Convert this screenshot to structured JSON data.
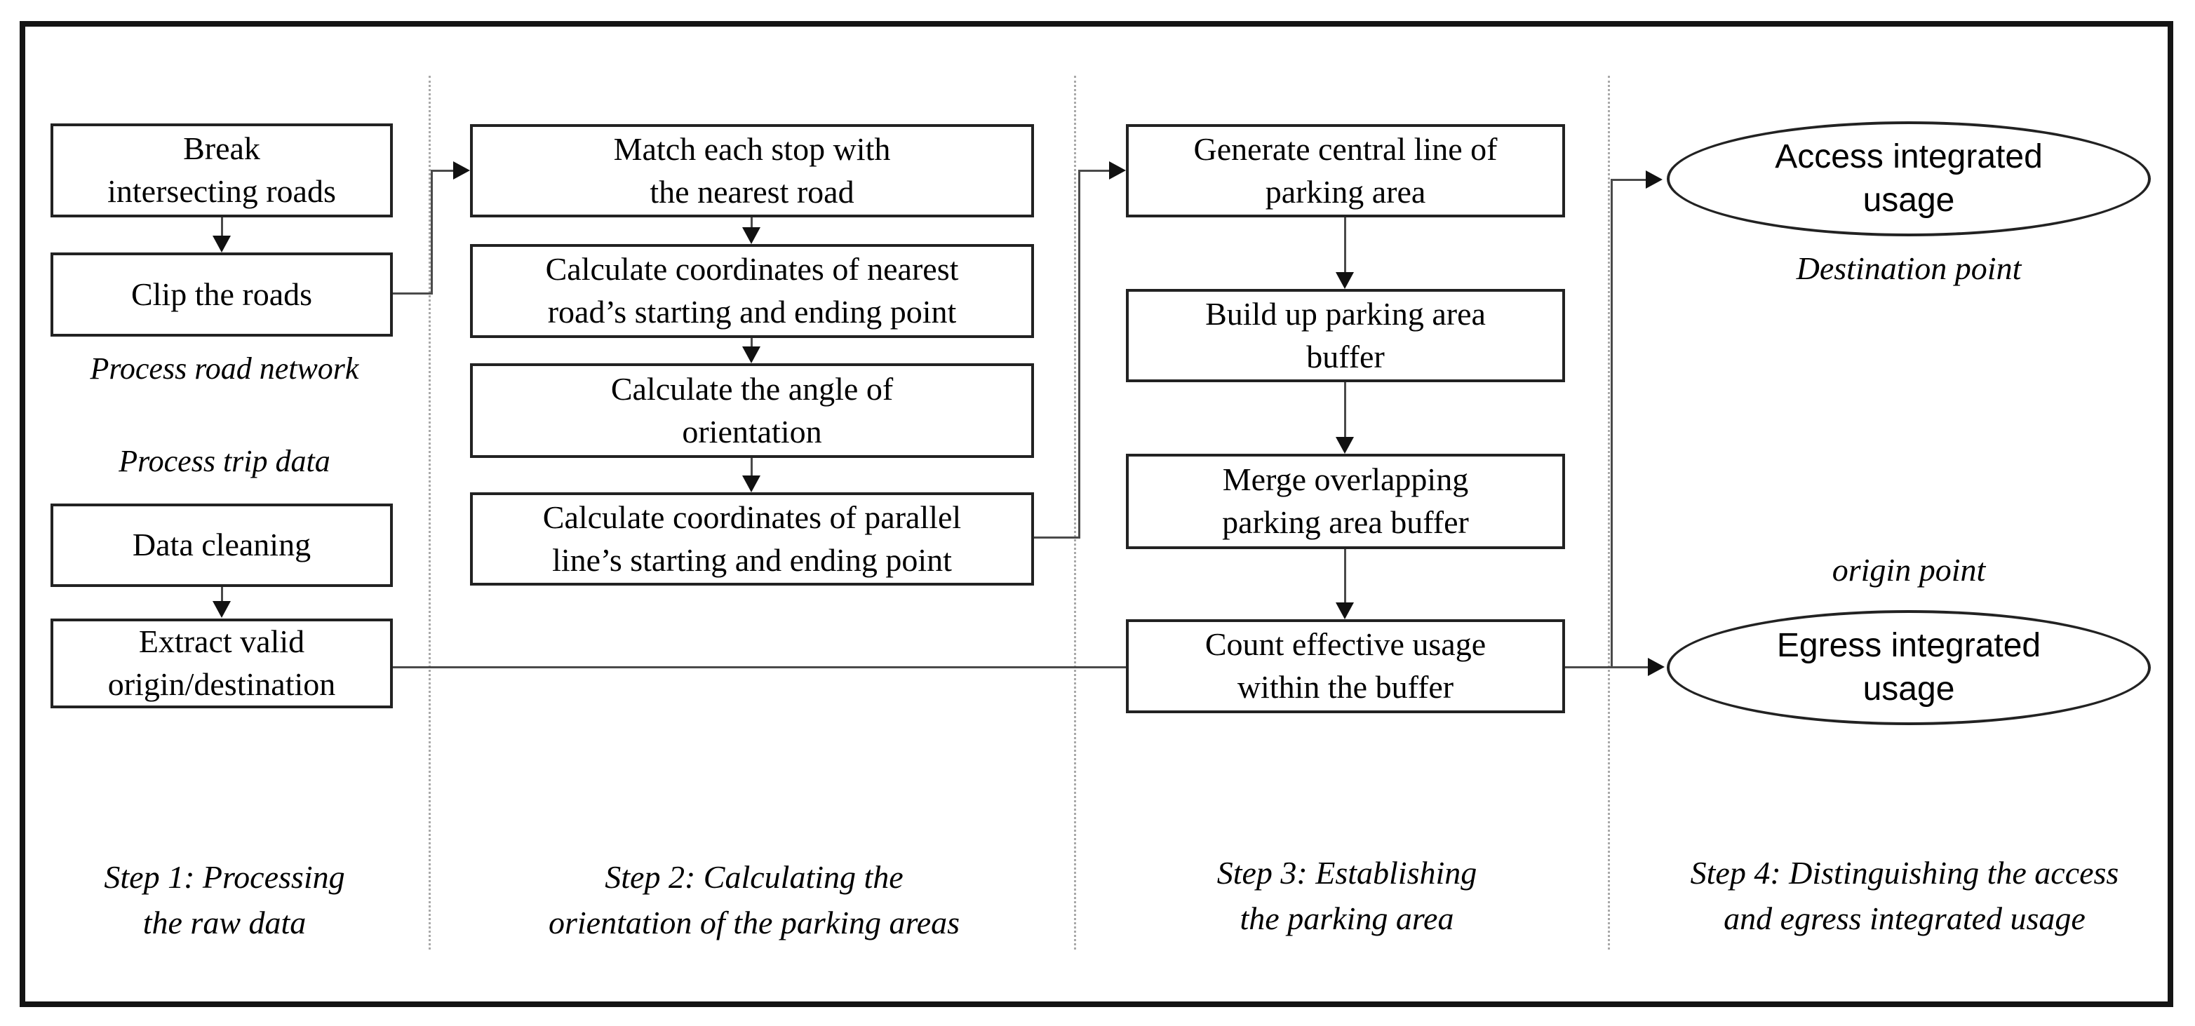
{
  "colors": {
    "ink": "#000000",
    "box_border": "#222222",
    "connector": "#4a4a4a",
    "divider": "#a9a9a9"
  },
  "steps": [
    {
      "caption": "Step 1: Processing\nthe raw data"
    },
    {
      "caption": "Step 2: Calculating the\norientation of the parking areas"
    },
    {
      "caption": "Step 3: Establishing\nthe parking area"
    },
    {
      "caption": "Step 4: Distinguishing the access\nand egress integrated usage"
    }
  ],
  "step1": {
    "boxes": {
      "break": "Break\nintersecting roads",
      "clip": "Clip the roads",
      "clean": "Data cleaning",
      "extract": "Extract valid\norigin/destination"
    },
    "annotation_road": "Process road network",
    "annotation_trip": "Process trip data"
  },
  "step2": {
    "boxes": {
      "match": "Match each stop with\nthe nearest road",
      "coords_nearest": "Calculate coordinates of nearest\nroad’s starting and ending point",
      "angle": "Calculate the angle of\norientation",
      "coords_parallel": "Calculate coordinates of parallel\nline’s starting and ending point"
    }
  },
  "step3": {
    "boxes": {
      "central_line": "Generate central line of\nparking area",
      "build_buffer": "Build up parking area\nbuffer",
      "merge_buffer": "Merge overlapping\nparking area buffer",
      "count_usage": "Count effective usage\nwithin the buffer"
    }
  },
  "step4": {
    "ellipses": {
      "access": "Access integrated\nusage",
      "egress": "Egress integrated\nusage"
    },
    "labels": {
      "destination": "Destination point",
      "origin": "origin point"
    }
  }
}
